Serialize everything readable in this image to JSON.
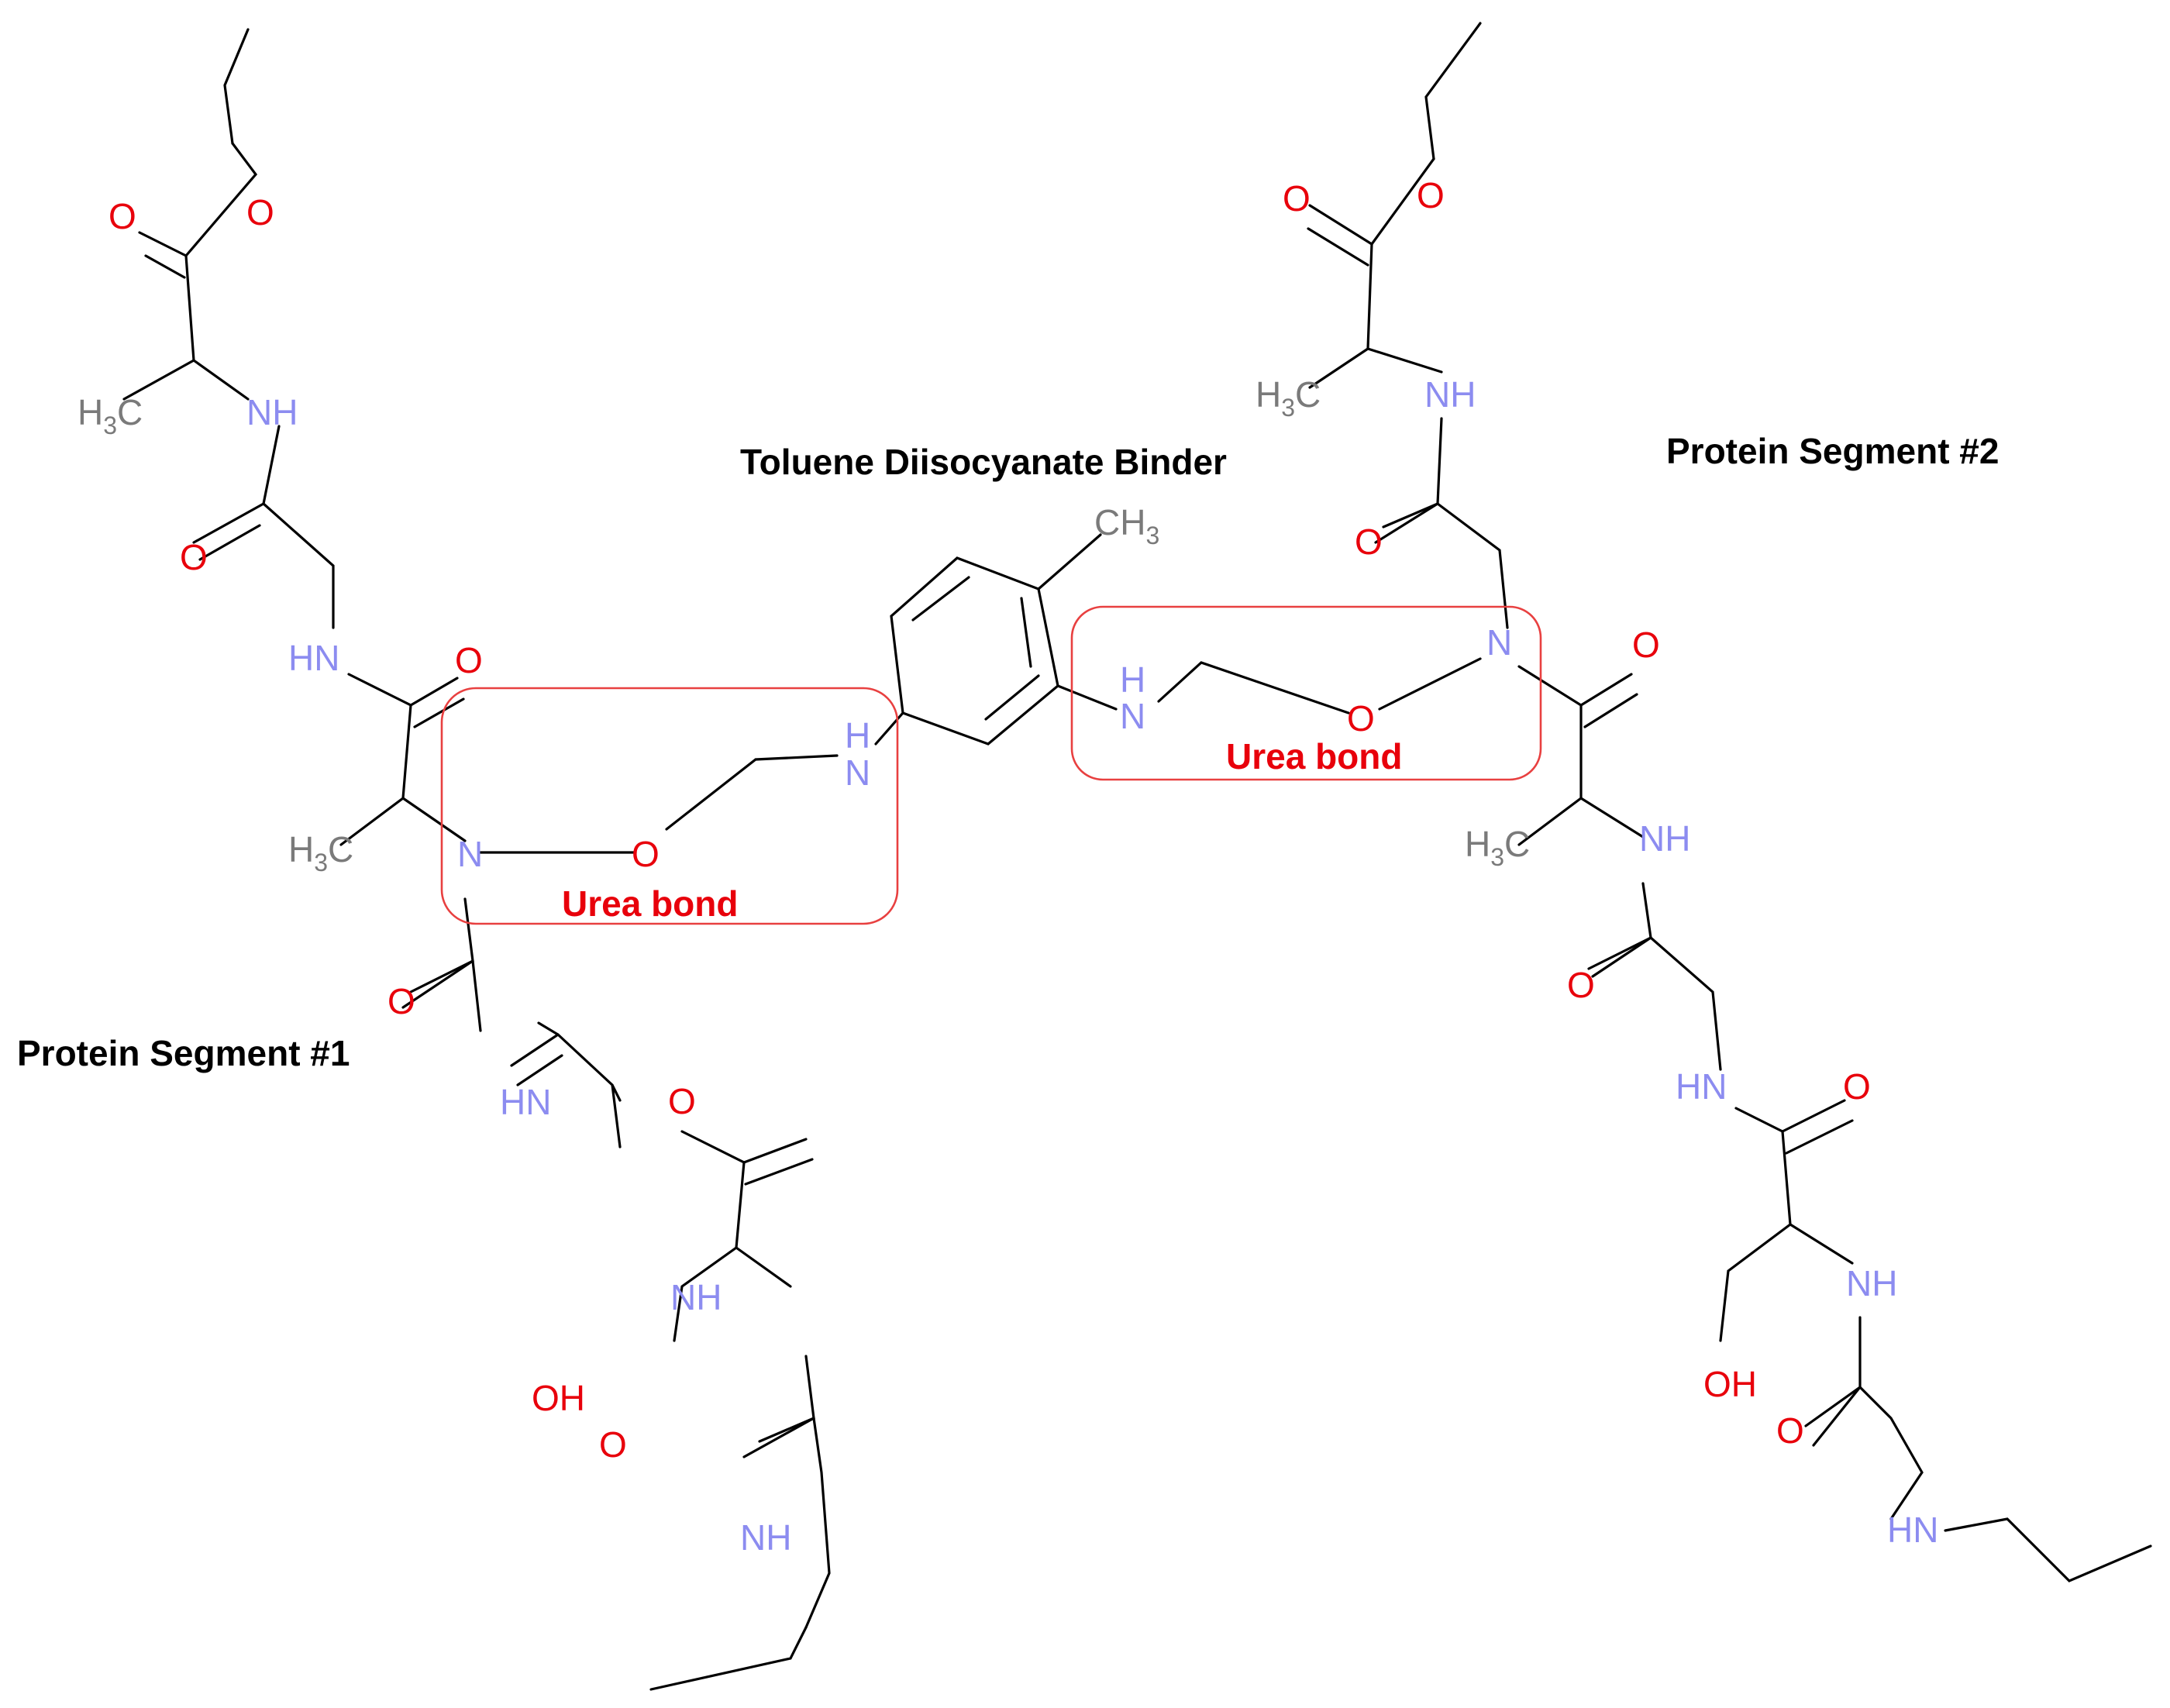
{
  "labels": {
    "segment1": "Protein Segment #1",
    "segment2": "Protein Segment #2",
    "binder": "Toluene Diisocyanate Binder",
    "urea_left": "Urea bond",
    "urea_right": "Urea bond"
  },
  "atoms": {
    "NH": "NH",
    "HN": "HN",
    "N": "N",
    "H": "H",
    "O": "O",
    "OH": "OH",
    "H3C_H": "H",
    "H3C_3": "3",
    "H3C_C": "C",
    "CH3_C": "CH",
    "CH3_3": "3"
  },
  "colors": {
    "nitrogen": "#8c8cf0",
    "oxygen": "#e8000b",
    "carbon_label": "#7a7a7a",
    "bond": "#000000",
    "highlight_box": "#e84040",
    "highlight_text": "#e8000b"
  }
}
